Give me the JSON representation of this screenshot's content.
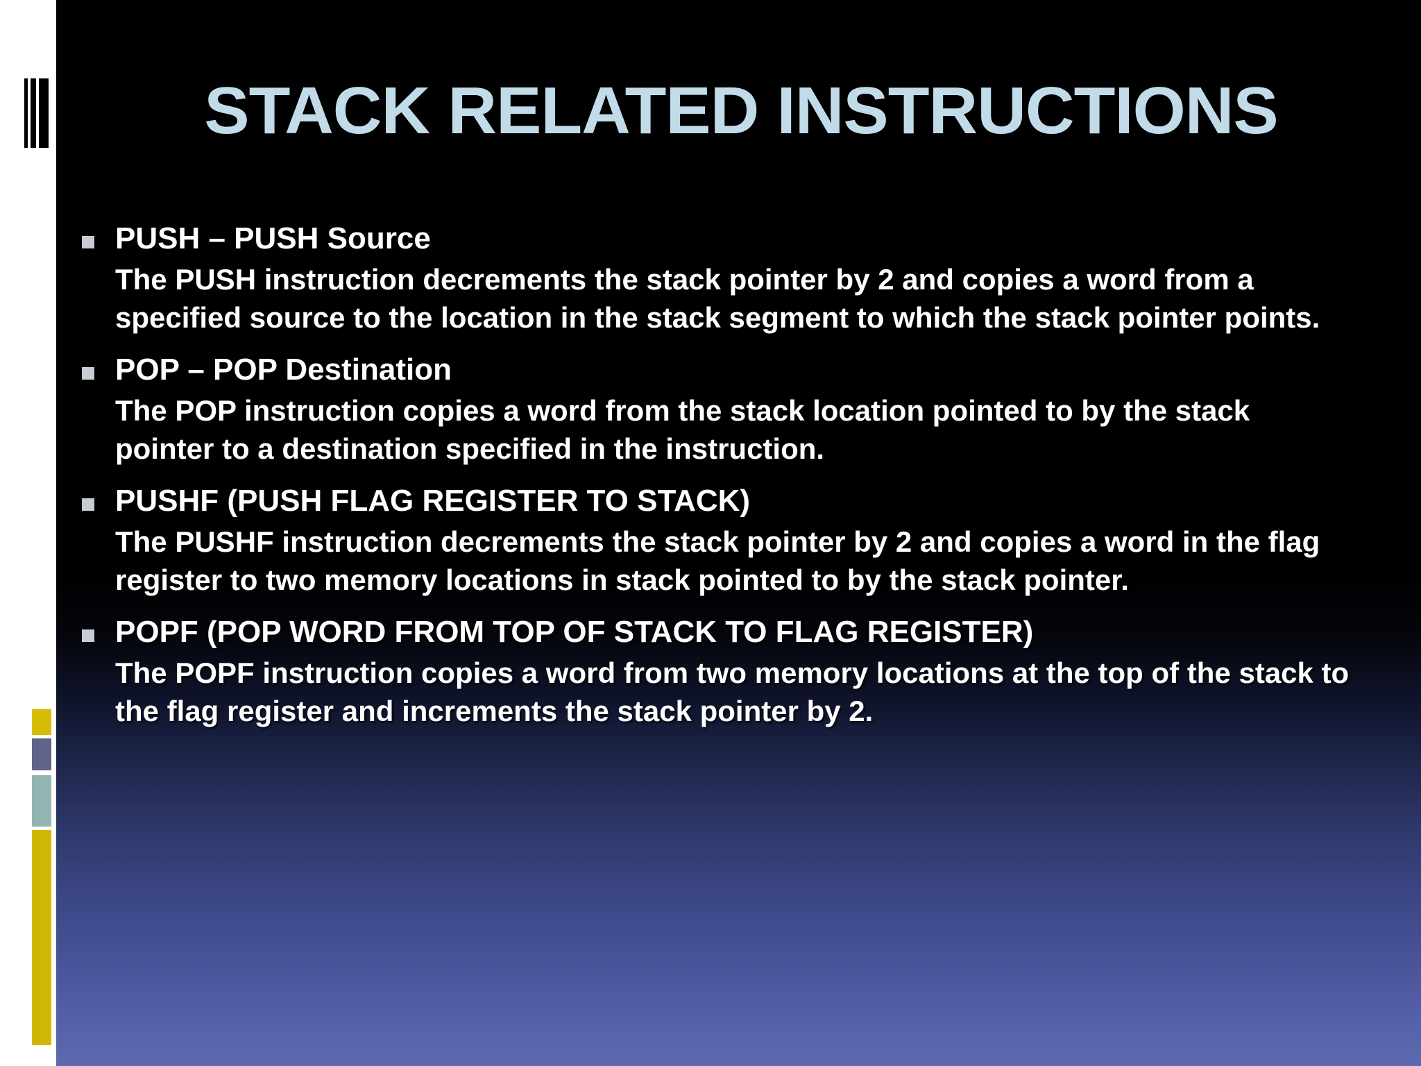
{
  "slide": {
    "title": "STACK RELATED INSTRUCTIONS",
    "title_color": "#c2dbe8",
    "background_top_color": "#000000",
    "background_bottom_color": "#5d6aae",
    "body_text_color": "#ffffff",
    "bullet_marker_color": "#c8ccd4"
  },
  "sidebar": {
    "background_color": "#ffffff",
    "stripes_color": "#000000",
    "swatches": [
      {
        "name": "gold-swatch-1",
        "color": "#d6bc05"
      },
      {
        "name": "slate-purple-swatch",
        "color": "#5f6488"
      },
      {
        "name": "teal-swatch",
        "color": "#92b5b2"
      },
      {
        "name": "gold-swatch-2",
        "color": "#d1b705"
      }
    ]
  },
  "content": {
    "items": [
      {
        "heading": "PUSH – PUSH Source",
        "body": "The PUSH instruction decrements the stack pointer by 2 and copies a word from a specified source to the location in the stack segment to which the stack pointer points."
      },
      {
        "heading": "POP – POP Destination",
        "body": "The POP instruction copies a word from the stack location pointed to by the stack pointer to a destination specified in the instruction."
      },
      {
        "heading": "PUSHF (PUSH FLAG REGISTER TO STACK)",
        "body": "The PUSHF instruction decrements the stack pointer by 2 and copies a word in the flag register to two memory locations in stack pointed to by the stack pointer."
      },
      {
        "heading": "POPF (POP WORD FROM TOP OF STACK TO FLAG REGISTER)",
        "body": "The POPF instruction copies a word from two memory locations at the top of the stack to the flag register and increments the stack pointer by 2."
      }
    ]
  }
}
